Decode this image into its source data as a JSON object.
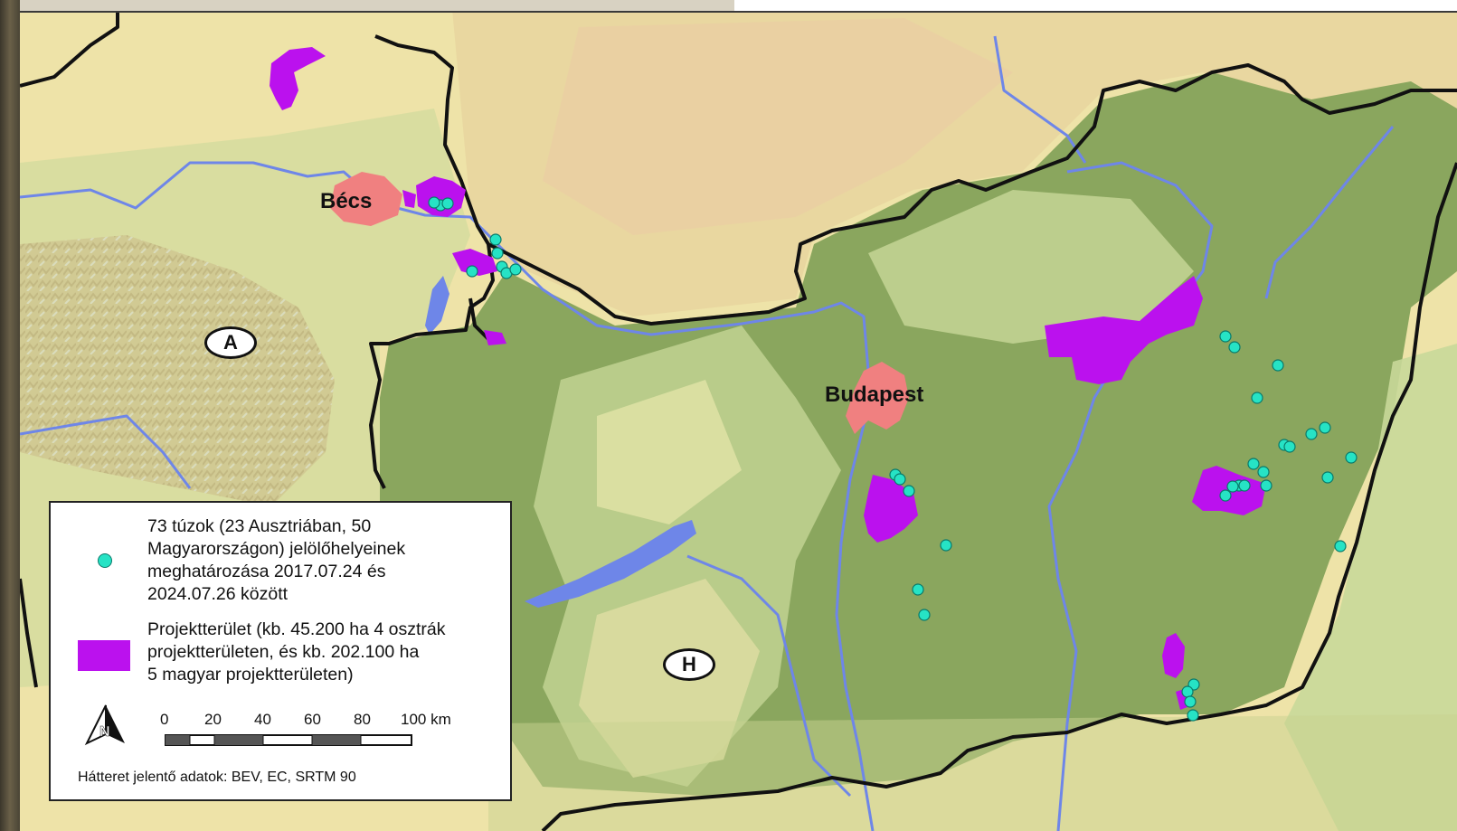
{
  "map": {
    "cities": [
      {
        "name": "Bécs"
      },
      {
        "name": "Budapest"
      }
    ],
    "countries": [
      {
        "code": "A"
      },
      {
        "code": "H"
      }
    ],
    "colors": {
      "lowland": "#8aa65e",
      "hills": "#c8d899",
      "plains_yellow": "#eee3a8",
      "rivers": "#6e86e8",
      "border": "#111111",
      "project_area": "#bb11ee",
      "city_area": "#f08080",
      "bustard_point": "#26e3c5"
    }
  },
  "legend": {
    "points_label": "73 túzok (23 Ausztriában, 50\nMagyarországon) jelölőhelyeinek\nmeghatározása 2017.07.24 és\n2024.07.26 között",
    "area_label": "Projektterület (kb. 45.200 ha 4 osztrák\nprojektterületen, és kb. 202.100 ha\n5 magyar projektterületen)",
    "north_icon": "north-arrow-icon",
    "scale_ticks": [
      "0",
      "20",
      "40",
      "60",
      "80",
      "100 km"
    ],
    "credit": "Hátteret jelentő adatok: BEV, EC, SRTM 90"
  }
}
